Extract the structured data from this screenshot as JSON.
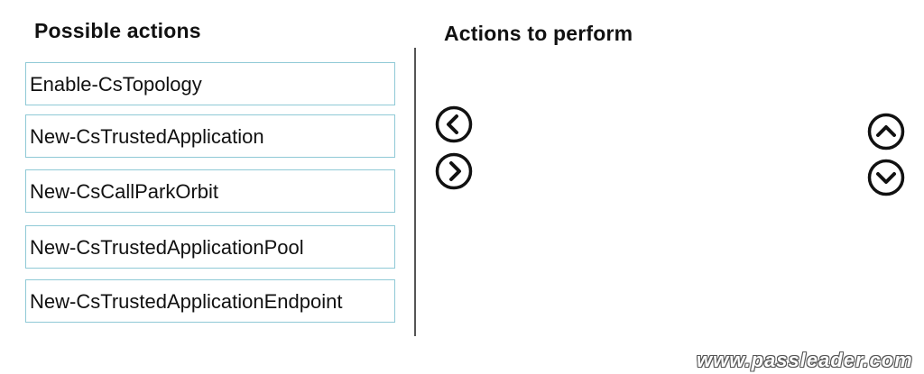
{
  "possible_actions": {
    "heading": "Possible actions",
    "items": [
      {
        "label": "Enable-CsTopology"
      },
      {
        "label": "New-CsTrustedApplication"
      },
      {
        "label": "New-CsCallParkOrbit"
      },
      {
        "label": "New-CsTrustedApplicationPool"
      },
      {
        "label": "New-CsTrustedApplicationEndpoint"
      }
    ]
  },
  "actions_to_perform": {
    "heading": "Actions to perform",
    "items": []
  },
  "controls": {
    "move_left_icon": "chevron-left-circle-icon",
    "move_right_icon": "chevron-right-circle-icon",
    "move_up_icon": "chevron-up-circle-icon",
    "move_down_icon": "chevron-down-circle-icon"
  },
  "watermark": "www.passleader.com"
}
